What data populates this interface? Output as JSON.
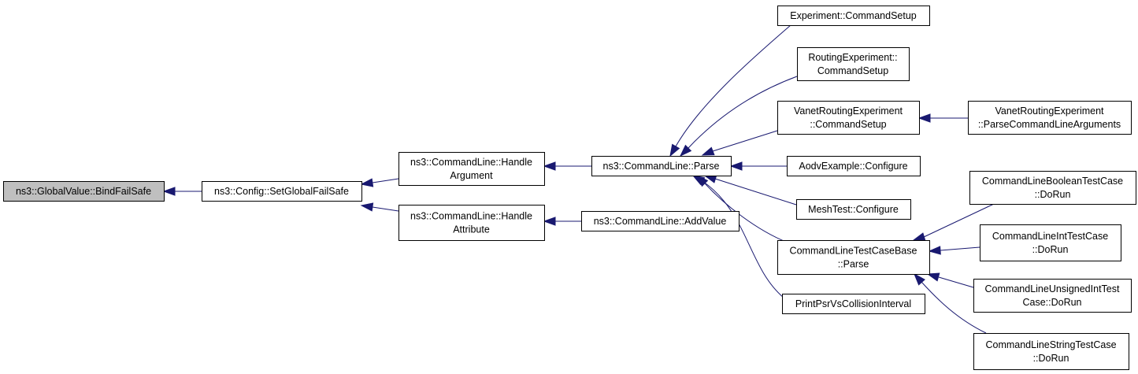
{
  "diagram": {
    "nodes": [
      {
        "id": "bindfailsafe",
        "lines": [
          "ns3::GlobalValue::BindFailSafe"
        ],
        "root": true
      },
      {
        "id": "setglobalfailsafe",
        "lines": [
          "ns3::Config::SetGlobalFailSafe"
        ]
      },
      {
        "id": "handleargument",
        "lines": [
          "ns3::CommandLine::Handle",
          "Argument"
        ]
      },
      {
        "id": "handleattribute",
        "lines": [
          "ns3::CommandLine::Handle",
          "Attribute"
        ]
      },
      {
        "id": "parse",
        "lines": [
          "ns3::CommandLine::Parse"
        ]
      },
      {
        "id": "addvalue",
        "lines": [
          "ns3::CommandLine::AddValue"
        ]
      },
      {
        "id": "experiment-commandsetup",
        "lines": [
          "Experiment::CommandSetup"
        ]
      },
      {
        "id": "routingexperiment-commandsetup",
        "lines": [
          "RoutingExperiment::",
          "CommandSetup"
        ]
      },
      {
        "id": "vanet-commandsetup",
        "lines": [
          "VanetRoutingExperiment",
          "::CommandSetup"
        ]
      },
      {
        "id": "aodvexample-configure",
        "lines": [
          "AodvExample::Configure"
        ]
      },
      {
        "id": "meshtest-configure",
        "lines": [
          "MeshTest::Configure"
        ]
      },
      {
        "id": "testcasebase-parse",
        "lines": [
          "CommandLineTestCaseBase",
          "::Parse"
        ]
      },
      {
        "id": "printpsr",
        "lines": [
          "PrintPsrVsCollisionInterval"
        ]
      },
      {
        "id": "vanet-parseargs",
        "lines": [
          "VanetRoutingExperiment",
          "::ParseCommandLineArguments"
        ]
      },
      {
        "id": "booleantestcase-dorun",
        "lines": [
          "CommandLineBooleanTestCase",
          "::DoRun"
        ]
      },
      {
        "id": "inttestcase-dorun",
        "lines": [
          "CommandLineIntTestCase",
          "::DoRun"
        ]
      },
      {
        "id": "unsignedinttest-dorun",
        "lines": [
          "CommandLineUnsignedIntTest",
          "Case::DoRun"
        ]
      },
      {
        "id": "stringtestcase-dorun",
        "lines": [
          "CommandLineStringTestCase",
          "::DoRun"
        ]
      }
    ],
    "edges": [
      {
        "from": "setglobalfailsafe",
        "to": "bindfailsafe"
      },
      {
        "from": "handleargument",
        "to": "setglobalfailsafe"
      },
      {
        "from": "handleattribute",
        "to": "setglobalfailsafe"
      },
      {
        "from": "parse",
        "to": "handleargument"
      },
      {
        "from": "addvalue",
        "to": "handleattribute"
      },
      {
        "from": "experiment-commandsetup",
        "to": "parse"
      },
      {
        "from": "routingexperiment-commandsetup",
        "to": "parse"
      },
      {
        "from": "vanet-commandsetup",
        "to": "parse"
      },
      {
        "from": "aodvexample-configure",
        "to": "parse"
      },
      {
        "from": "meshtest-configure",
        "to": "parse"
      },
      {
        "from": "testcasebase-parse",
        "to": "parse"
      },
      {
        "from": "printpsr",
        "to": "parse"
      },
      {
        "from": "vanet-parseargs",
        "to": "vanet-commandsetup"
      },
      {
        "from": "booleantestcase-dorun",
        "to": "testcasebase-parse"
      },
      {
        "from": "inttestcase-dorun",
        "to": "testcasebase-parse"
      },
      {
        "from": "unsignedinttest-dorun",
        "to": "testcasebase-parse"
      },
      {
        "from": "stringtestcase-dorun",
        "to": "testcasebase-parse"
      }
    ],
    "colors": {
      "edge": "#191970",
      "root_fill": "#bfbfbf",
      "node_fill": "#ffffff",
      "node_border": "#000000"
    }
  }
}
